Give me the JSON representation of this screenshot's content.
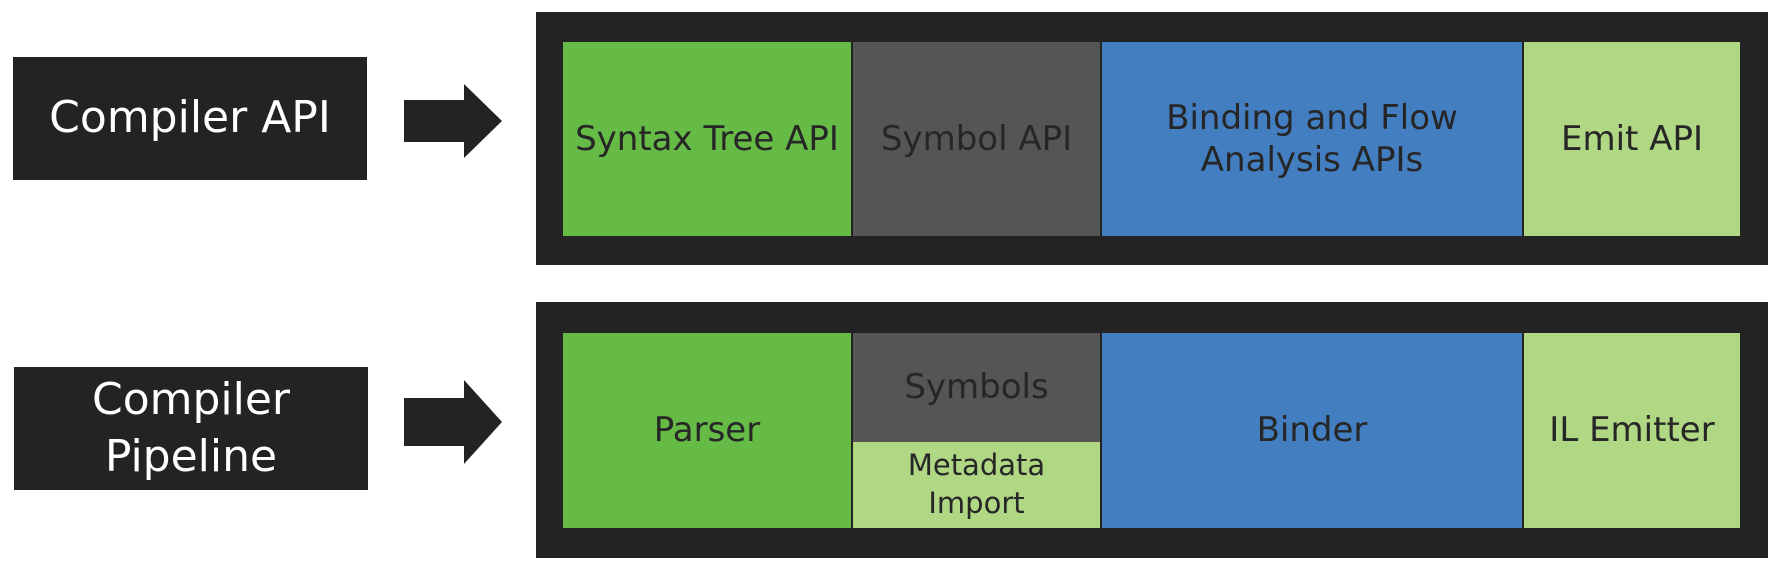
{
  "colors": {
    "dark": "#232323",
    "green": "#66bb47",
    "gray": "#555555",
    "blue": "#437ec0",
    "light_green": "#b0d783"
  },
  "rows": [
    {
      "label": "Compiler API",
      "cells": [
        "Syntax Tree API",
        "Symbol API",
        "Binding and Flow Analysis APIs",
        "Emit API"
      ]
    },
    {
      "label": "Compiler Pipeline",
      "cells": [
        "Parser",
        "Symbols",
        "Metadata Import",
        "Binder",
        "IL Emitter"
      ]
    }
  ]
}
